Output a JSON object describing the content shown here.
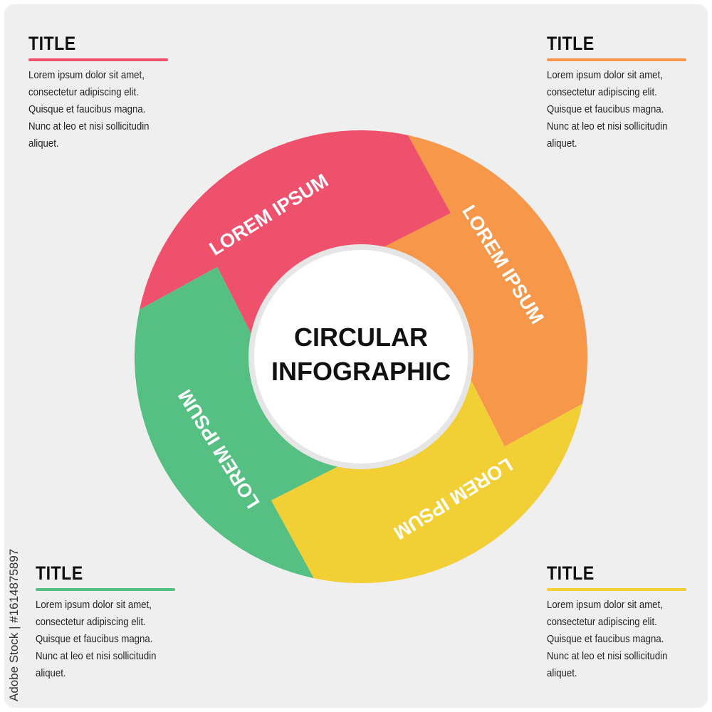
{
  "center": {
    "line1": "CIRCULAR",
    "line2": "INFOGRAPHIC"
  },
  "segments": [
    {
      "label": "LOREM IPSUM",
      "color": "#EF516C"
    },
    {
      "label": "LOREM IPSUM",
      "color": "#F7974A"
    },
    {
      "label": "LOREM IPSUM",
      "color": "#F2CF34"
    },
    {
      "label": "LOREM IPSUM",
      "color": "#56BF82"
    }
  ],
  "blocks": {
    "top_left": {
      "title": "TITLE",
      "rule_color": "#EF516C",
      "lines": [
        "Lorem ipsum dolor sit amet,",
        "consectetur adipiscing elit.",
        "Quisque et faucibus magna.",
        "Nunc at leo et nisi sollicitudin",
        "aliquet."
      ]
    },
    "top_right": {
      "title": "TITLE",
      "rule_color": "#F7974A",
      "lines": [
        "Lorem ipsum dolor sit amet,",
        "consectetur adipiscing elit.",
        "Quisque et faucibus magna.",
        "Nunc at leo et nisi sollicitudin",
        "aliquet."
      ]
    },
    "bottom_left": {
      "title": "TITLE",
      "rule_color": "#56BF82",
      "lines": [
        "Lorem ipsum dolor sit amet,",
        "consectetur adipiscing elit.",
        "Quisque et faucibus magna.",
        "Nunc at leo et nisi sollicitudin",
        "aliquet."
      ]
    },
    "bottom_right": {
      "title": "TITLE",
      "rule_color": "#F2CF34",
      "lines": [
        "Lorem ipsum dolor sit amet,",
        "consectetur adipiscing elit.",
        "Quisque et faucibus magna.",
        "Nunc at leo et nisi sollicitudin",
        "aliquet."
      ]
    }
  },
  "credit": "Adobe Stock | #1614875897"
}
